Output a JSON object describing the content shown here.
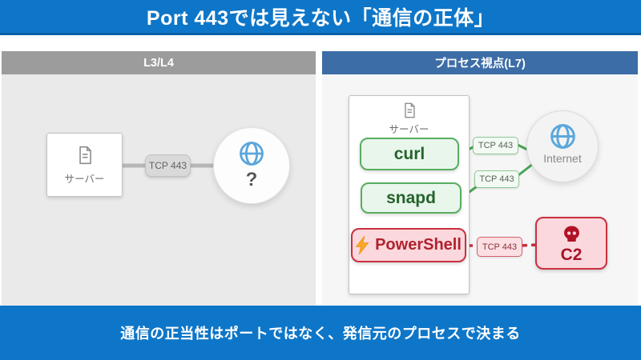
{
  "header": {
    "title": "Port 443では見えない「通信の正体」"
  },
  "footer": {
    "message": "通信の正当性はポートではなく、発信元のプロセスで決まる"
  },
  "panels": {
    "left": {
      "title": "L3/L4",
      "server_label": "サーバー",
      "connection_label": "TCP 443",
      "destination_label": "?"
    },
    "right": {
      "title": "プロセス視点(L7)",
      "server_label": "サーバー",
      "processes": [
        {
          "name": "curl",
          "port_label": "TCP 443",
          "color": "#58ad60"
        },
        {
          "name": "snapd",
          "port_label": "TCP 443",
          "color": "#58ad60"
        },
        {
          "name": "PowerShell",
          "port_label": "TCP 443",
          "color": "#c9303e"
        }
      ],
      "internet_label": "Internet",
      "c2_label": "C2"
    }
  },
  "colors": {
    "accent_blue": "#0e76c8",
    "panel_header_gray": "#9c9c9c",
    "panel_header_blue": "#3c6da6",
    "legit_green": "#4aa553",
    "malicious_red": "#c9303e",
    "globe_blue": "#5ba7dc"
  }
}
